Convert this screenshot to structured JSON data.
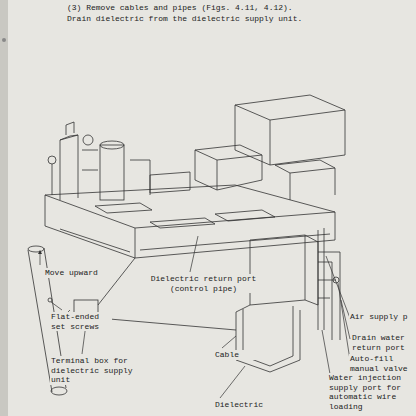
{
  "diagram": {
    "labels": [
      "(3) Remove cables and pipes (Figs. 4.11, 4.12).",
      "Drain dielectric from the dielectric supply unit.",
      "Move upward",
      "Dielectric return port (control pipe)",
      "Flat-ended set screws",
      "Terminal box for dielectric supply unit",
      "Cable",
      "Dielectric",
      "Air supply p",
      "Drain water return port",
      "Auto-fill manual valve",
      "Water injection supply port for automatic wire loading"
    ]
  }
}
